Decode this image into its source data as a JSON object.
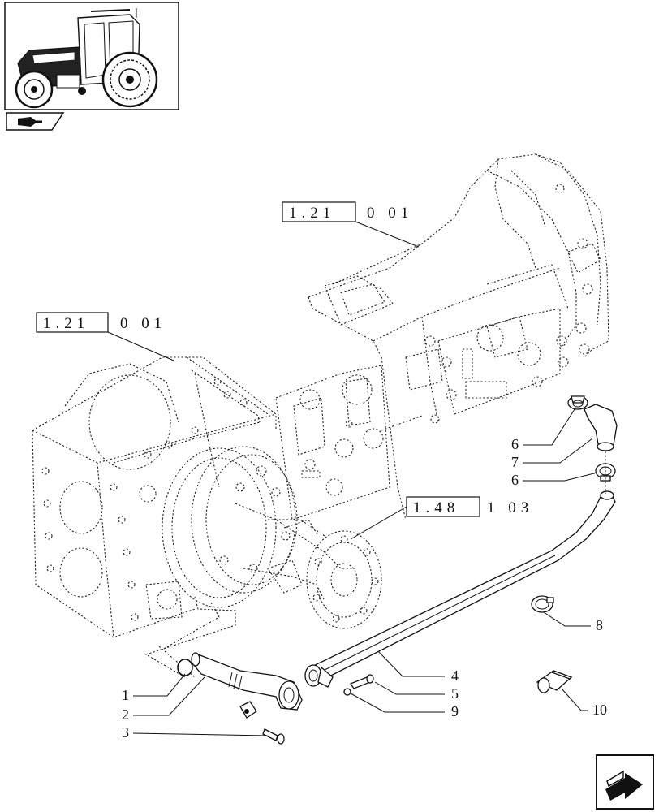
{
  "ref_labels": [
    {
      "boxed": "1.21",
      "tail": "0 01"
    },
    {
      "boxed": "1.21",
      "tail": "0 01"
    },
    {
      "boxed": "1.48",
      "tail": "1 03"
    }
  ],
  "callouts": [
    "1",
    "2",
    "3",
    "4",
    "5",
    "6",
    "6",
    "7",
    "8",
    "9",
    "10"
  ],
  "icons": {
    "thumbnail": "tractor-thumbnail",
    "section": "book-arrow-icon",
    "next": "next-page-arrow-icon"
  }
}
